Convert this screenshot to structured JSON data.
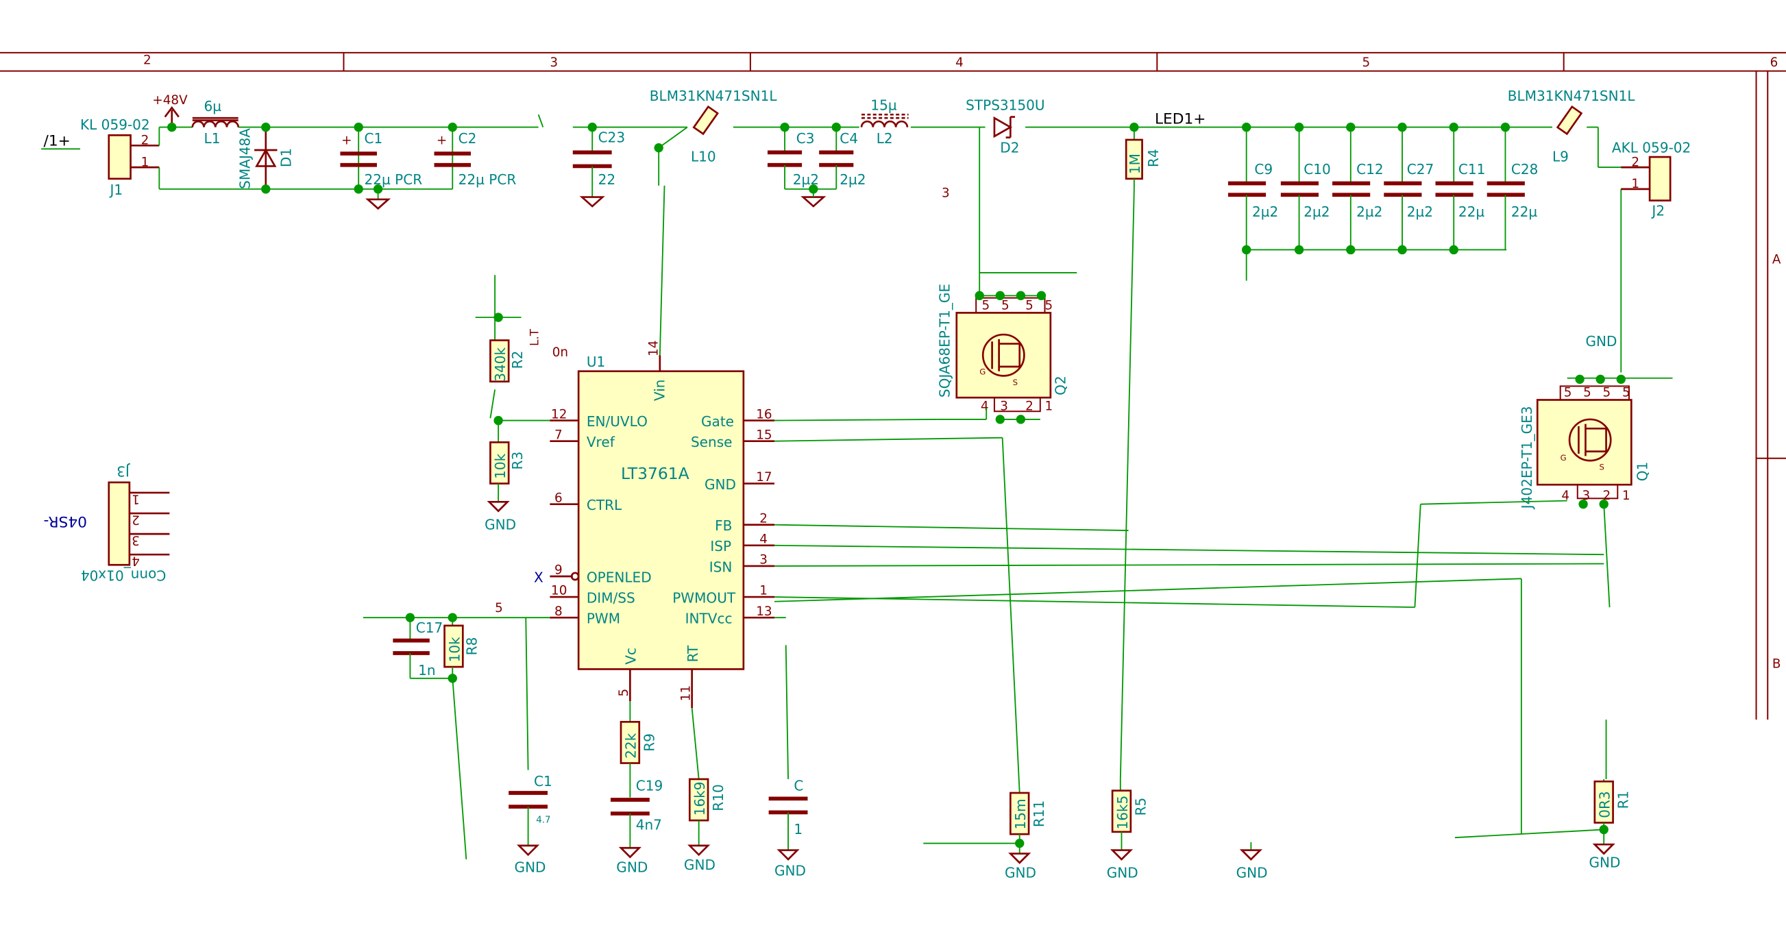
{
  "border": {
    "columns": [
      "2",
      "3",
      "4",
      "5",
      "6"
    ],
    "rows": [
      "A",
      "B"
    ]
  },
  "nets": {
    "vin_partial": "/1+",
    "v48": "+48V",
    "led1": "LED1+"
  },
  "connectors": {
    "j1": {
      "ref": "J1",
      "value": "KL 059-02",
      "pins": [
        "2",
        "1"
      ]
    },
    "j2": {
      "ref": "J2",
      "value": "AKL 059-02",
      "pins": [
        "2",
        "1"
      ]
    },
    "j3": {
      "ref": "J3",
      "value": "Conn_01x04",
      "value2": "04SR-",
      "pins": [
        "1",
        "2",
        "3",
        "4"
      ]
    }
  },
  "components": {
    "l1": {
      "ref": "L1",
      "value": "6µ"
    },
    "d1": {
      "ref": "D1",
      "value": "SMAJ48A"
    },
    "c1": {
      "ref": "C1",
      "value": "22µ PCR"
    },
    "c2": {
      "ref": "C2",
      "value": "22µ PCR"
    },
    "c23": {
      "ref": "C23",
      "value": "22"
    },
    "l10": {
      "ref": "L10",
      "value": "BLM31KN471SN1L"
    },
    "c3": {
      "ref": "C3",
      "value": "2µ2"
    },
    "c4": {
      "ref": "C4",
      "value": "2µ2"
    },
    "l2": {
      "ref": "L2",
      "value": "15µ"
    },
    "d2": {
      "ref": "D2",
      "value": "STPS3150U"
    },
    "r4": {
      "ref": "R4",
      "value": "1M"
    },
    "c9": {
      "ref": "C9",
      "value": "2µ2"
    },
    "c10": {
      "ref": "C10",
      "value": "2µ2"
    },
    "c12": {
      "ref": "C12",
      "value": "2µ2"
    },
    "c27": {
      "ref": "C27",
      "value": "2µ2"
    },
    "c11": {
      "ref": "C11",
      "value": "22µ"
    },
    "c28": {
      "ref": "C28",
      "value": "22µ"
    },
    "l9": {
      "ref": "L9",
      "value": "BLM31KN471SN1L"
    },
    "q2": {
      "ref": "Q2",
      "value": "SQJA68EP-T1_GE"
    },
    "q1": {
      "ref": "Q1",
      "value": "J402EP-T1_GE3"
    },
    "r2": {
      "ref": "R2",
      "value": "340k"
    },
    "r3": {
      "ref": "R3",
      "value": "10k"
    },
    "c17": {
      "ref": "C17",
      "value": "1n"
    },
    "r8": {
      "ref": "R8",
      "value": "10k"
    },
    "c1b": {
      "ref": "C1",
      "value": "4.7"
    },
    "r9": {
      "ref": "R9",
      "value": "22k"
    },
    "c19": {
      "ref": "C19",
      "value": "4n7"
    },
    "r10": {
      "ref": "R10",
      "value": "16k9"
    },
    "c_intv": {
      "ref": "C",
      "value": "1"
    },
    "r11": {
      "ref": "R11",
      "value": "15m"
    },
    "r5": {
      "ref": "R5",
      "value": "16k5"
    },
    "r1": {
      "ref": "R1",
      "value": "0R3"
    }
  },
  "ic": {
    "ref": "U1",
    "value": "LT3761A",
    "left_pins": [
      {
        "num": "12",
        "name": "EN/UVLO"
      },
      {
        "num": "7",
        "name": "Vref"
      },
      {
        "num": "6",
        "name": "CTRL"
      },
      {
        "num": "9",
        "name": "OPENLED"
      },
      {
        "num": "10",
        "name": "DIM/SS"
      },
      {
        "num": "8",
        "name": "PWM"
      }
    ],
    "right_pins": [
      {
        "num": "16",
        "name": "Gate"
      },
      {
        "num": "15",
        "name": "Sense"
      },
      {
        "num": "17",
        "name": "GND"
      },
      {
        "num": "2",
        "name": "FB"
      },
      {
        "num": "4",
        "name": "ISP"
      },
      {
        "num": "3",
        "name": "ISN"
      },
      {
        "num": "1",
        "name": "PWMOUT"
      },
      {
        "num": "13",
        "name": "INTVcc"
      }
    ],
    "top_pin": {
      "num": "14",
      "name": "Vin"
    },
    "bottom_pins": [
      {
        "num": "5",
        "name": "Vc"
      },
      {
        "num": "11",
        "name": "RT"
      }
    ]
  },
  "misc_text": {
    "gnd": "GND",
    "on_frag": "0n",
    "pin5_frag": "5",
    "pin3_frag": "3",
    "x_frag": "X",
    "lt_frag": "L.T"
  },
  "colors": {
    "component": "#840000",
    "text": "#008484",
    "wire": "#009900",
    "junction": "#009900",
    "body_fill": "#ffffc2",
    "power": "#840000"
  }
}
